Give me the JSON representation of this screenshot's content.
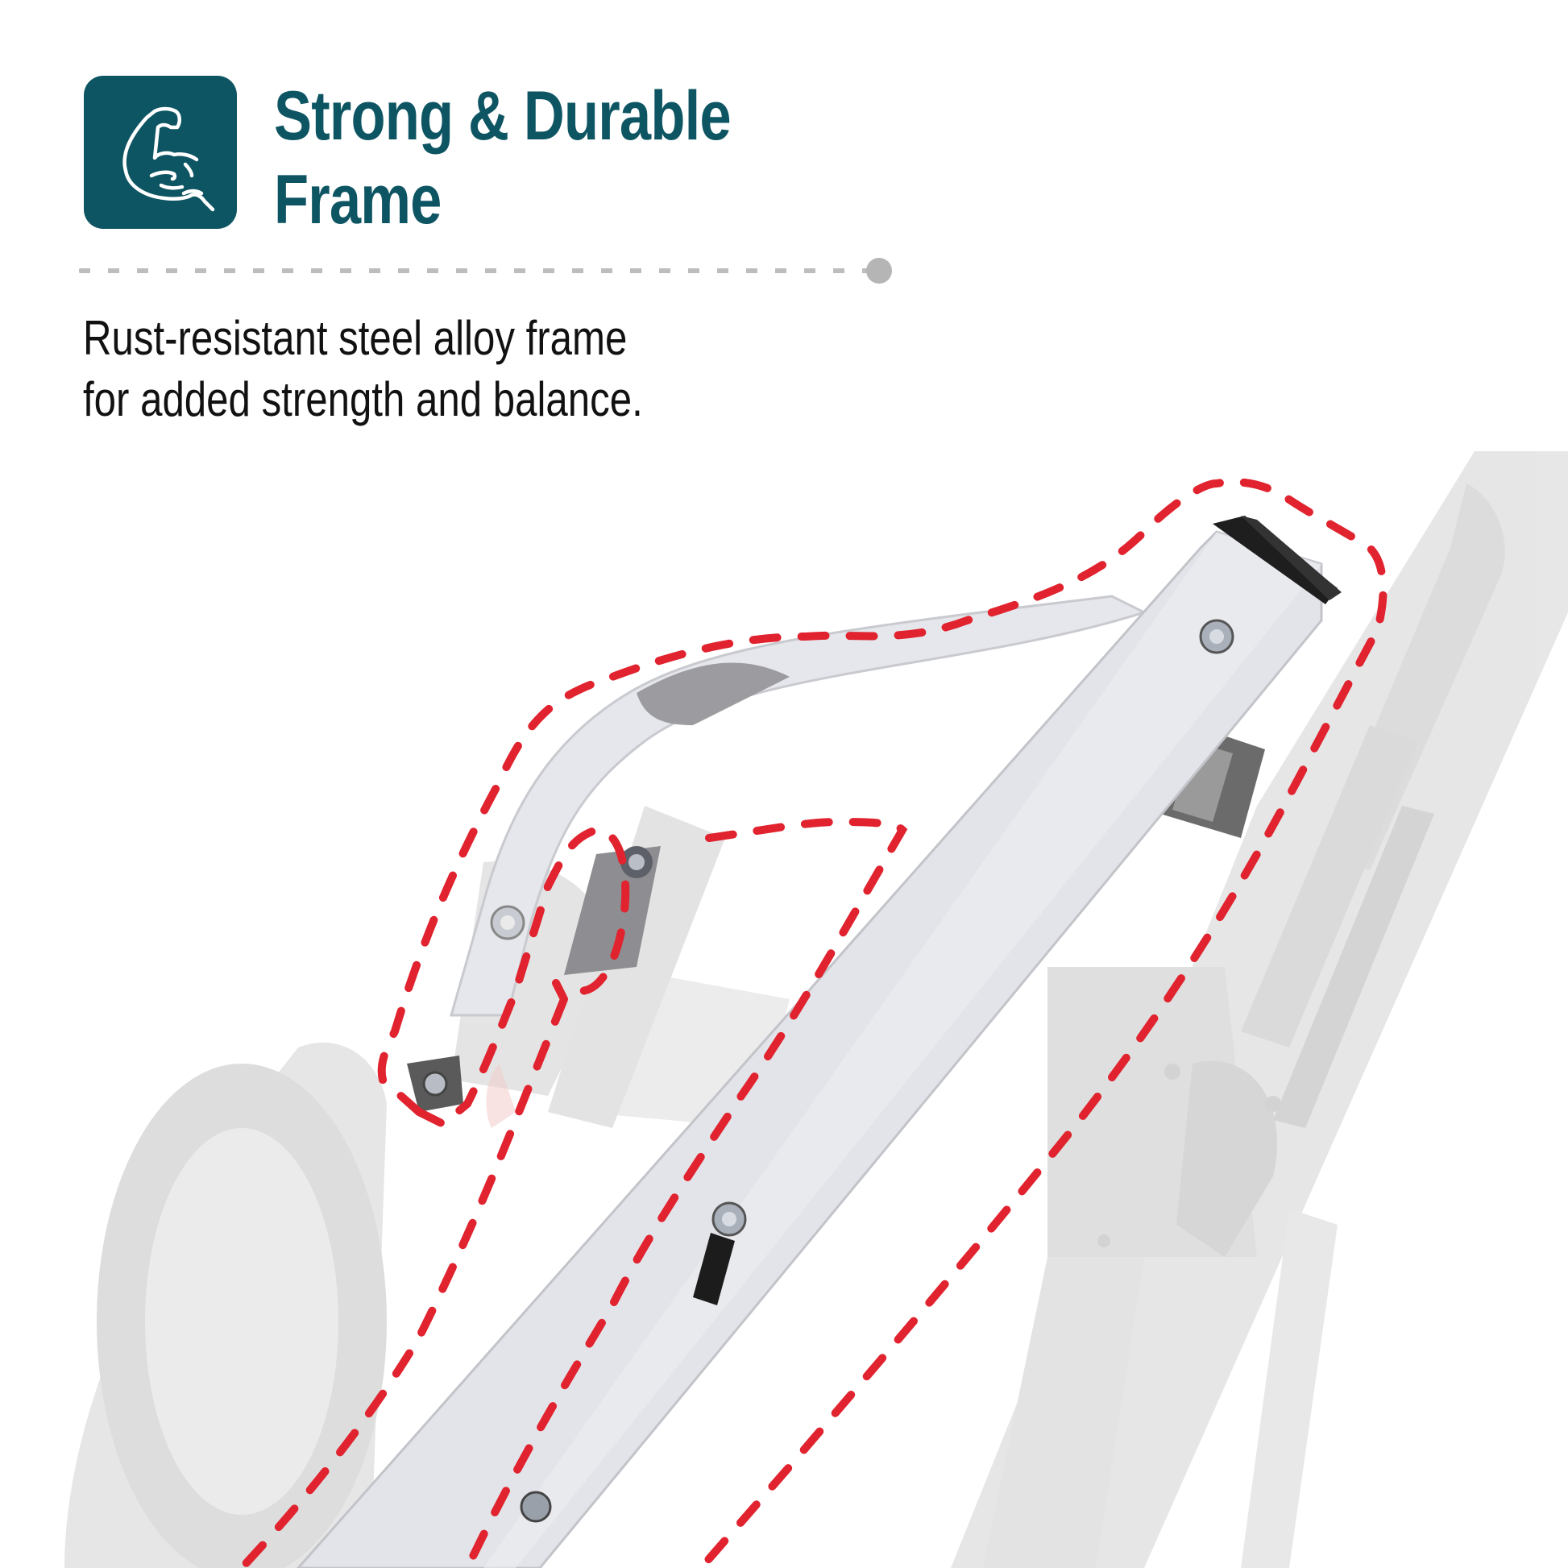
{
  "feature": {
    "icon": "flexed-bicep-icon",
    "title_lines": [
      "Strong & Durable",
      "Frame"
    ],
    "description_lines": [
      "Rust-resistant steel alloy frame",
      "for added strength and balance."
    ]
  },
  "colors": {
    "accent": "#0e5563",
    "body_text": "#111111",
    "divider": "#bdbdbd",
    "highlight_outline": "#e0232e",
    "frame_tube": "#e4e5ea",
    "background_faded": "#e6e6e6"
  },
  "image": {
    "subject": "white steel frame tube with bolts, highlighted by red dashed outline",
    "highlight_style": "dashed-outline"
  }
}
